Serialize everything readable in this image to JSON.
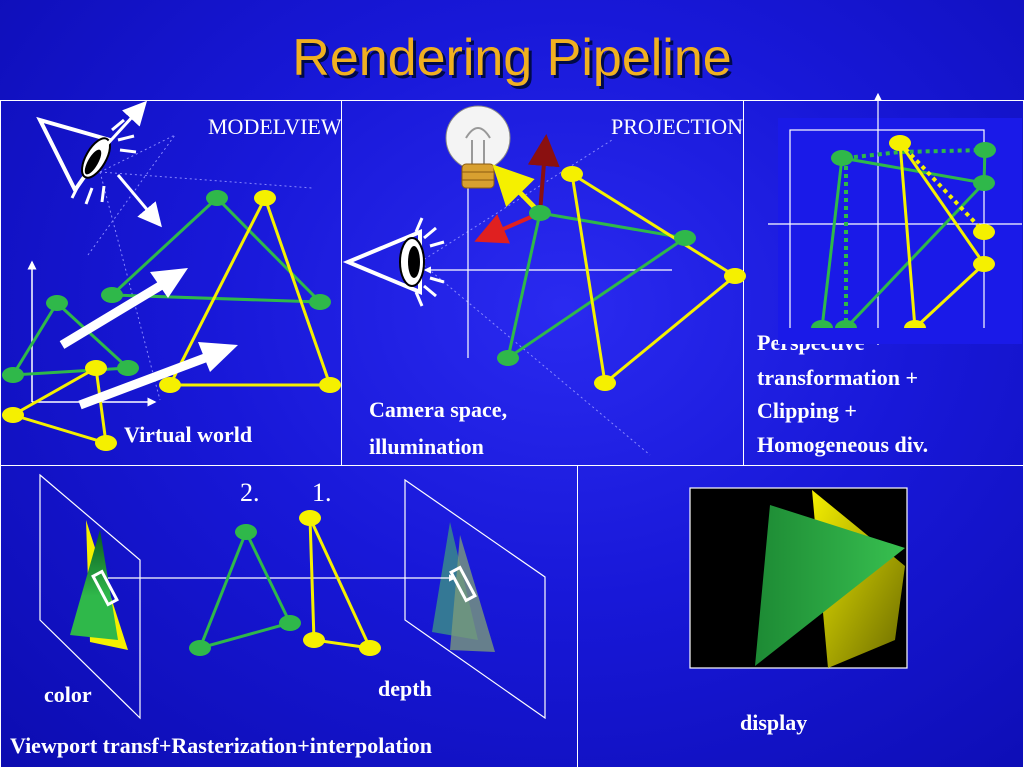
{
  "title": "Rendering Pipeline",
  "labels": {
    "modelview": "MODELVIEW",
    "projection": "PROJECTION",
    "virtual_world": "Virtual world",
    "camera_space": "Camera space,",
    "illumination": "illumination",
    "perspective": "Perspective",
    "transformation": "transformation +",
    "clipping": "Clipping +",
    "homogeneous": "Homogeneous div.",
    "order_2": "2.",
    "order_1": "1.",
    "color": "color",
    "depth": "depth",
    "viewport": "Viewport transf+Rasterization+interpolation",
    "display": "display"
  },
  "colors": {
    "background": "#1818d8",
    "title": "#f0b020",
    "green": "#2fb84a",
    "yellow": "#f5f000",
    "arrow_white": "#ffffff",
    "light_red": "#e02020",
    "light_darkred": "#8a1010",
    "light_yellow": "#f5f000",
    "clip_fill": "#1a1ae8"
  },
  "icons": [
    "eye-icon",
    "light-bulb-icon"
  ]
}
